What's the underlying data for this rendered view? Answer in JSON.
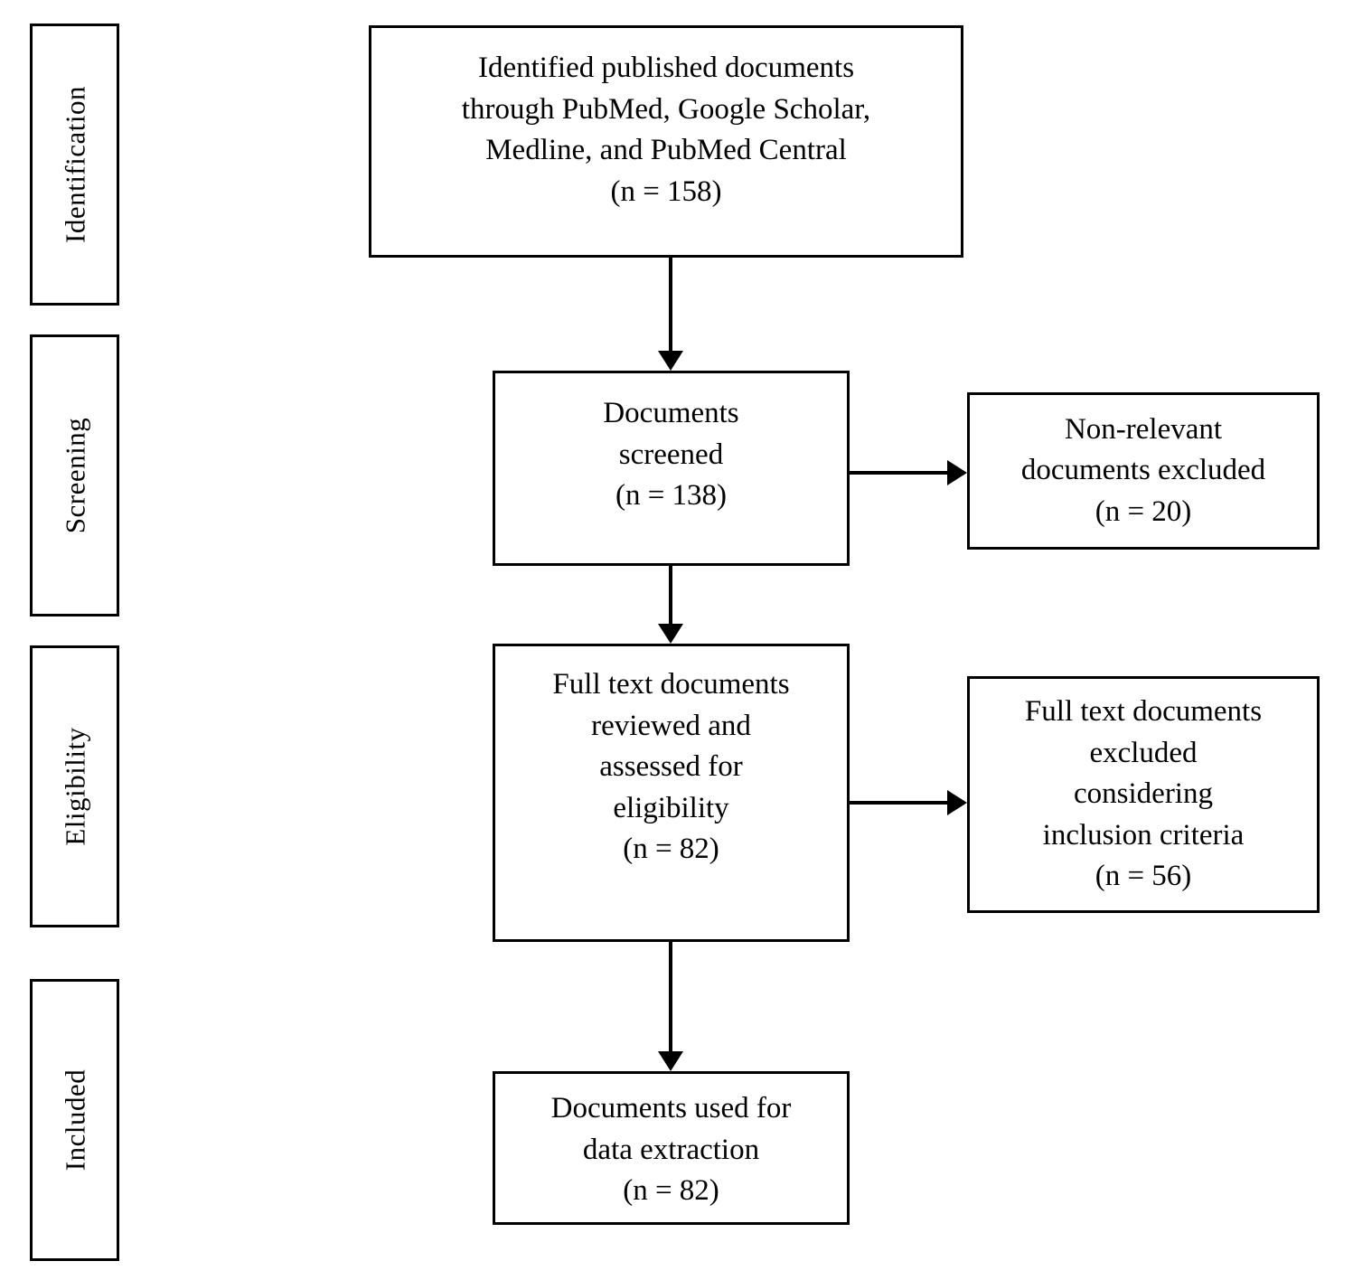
{
  "diagram": {
    "type": "prisma-flow-diagram",
    "stages": [
      {
        "id": "identification",
        "label": "Identification"
      },
      {
        "id": "screening",
        "label": "Screening"
      },
      {
        "id": "eligibility",
        "label": "Eligibility"
      },
      {
        "id": "included",
        "label": "Included"
      }
    ],
    "boxes": {
      "identified": {
        "lines": [
          "Identified published documents",
          "through PubMed, Google Scholar,",
          "Medline, and PubMed Central",
          "(n = 158)"
        ],
        "count": 158
      },
      "screened": {
        "lines": [
          "Documents",
          "screened",
          "(n = 138)"
        ],
        "count": 138
      },
      "excluded_non_relevant": {
        "lines": [
          "Non-relevant",
          "documents excluded",
          "(n = 20)"
        ],
        "count": 20
      },
      "full_text_reviewed": {
        "lines": [
          "Full text documents",
          "reviewed and",
          "assessed for",
          "eligibility",
          "(n = 82)"
        ],
        "count": 82
      },
      "excluded_full_text": {
        "lines": [
          "Full text documents",
          "excluded",
          "considering",
          "inclusion criteria",
          "(n = 56)"
        ],
        "count": 56
      },
      "data_extraction": {
        "lines": [
          "Documents used for",
          "data extraction",
          "(n = 82)"
        ],
        "count": 82
      }
    },
    "colors": {
      "stroke": "#000000",
      "fill": "#ffffff",
      "text": "#000000"
    }
  }
}
